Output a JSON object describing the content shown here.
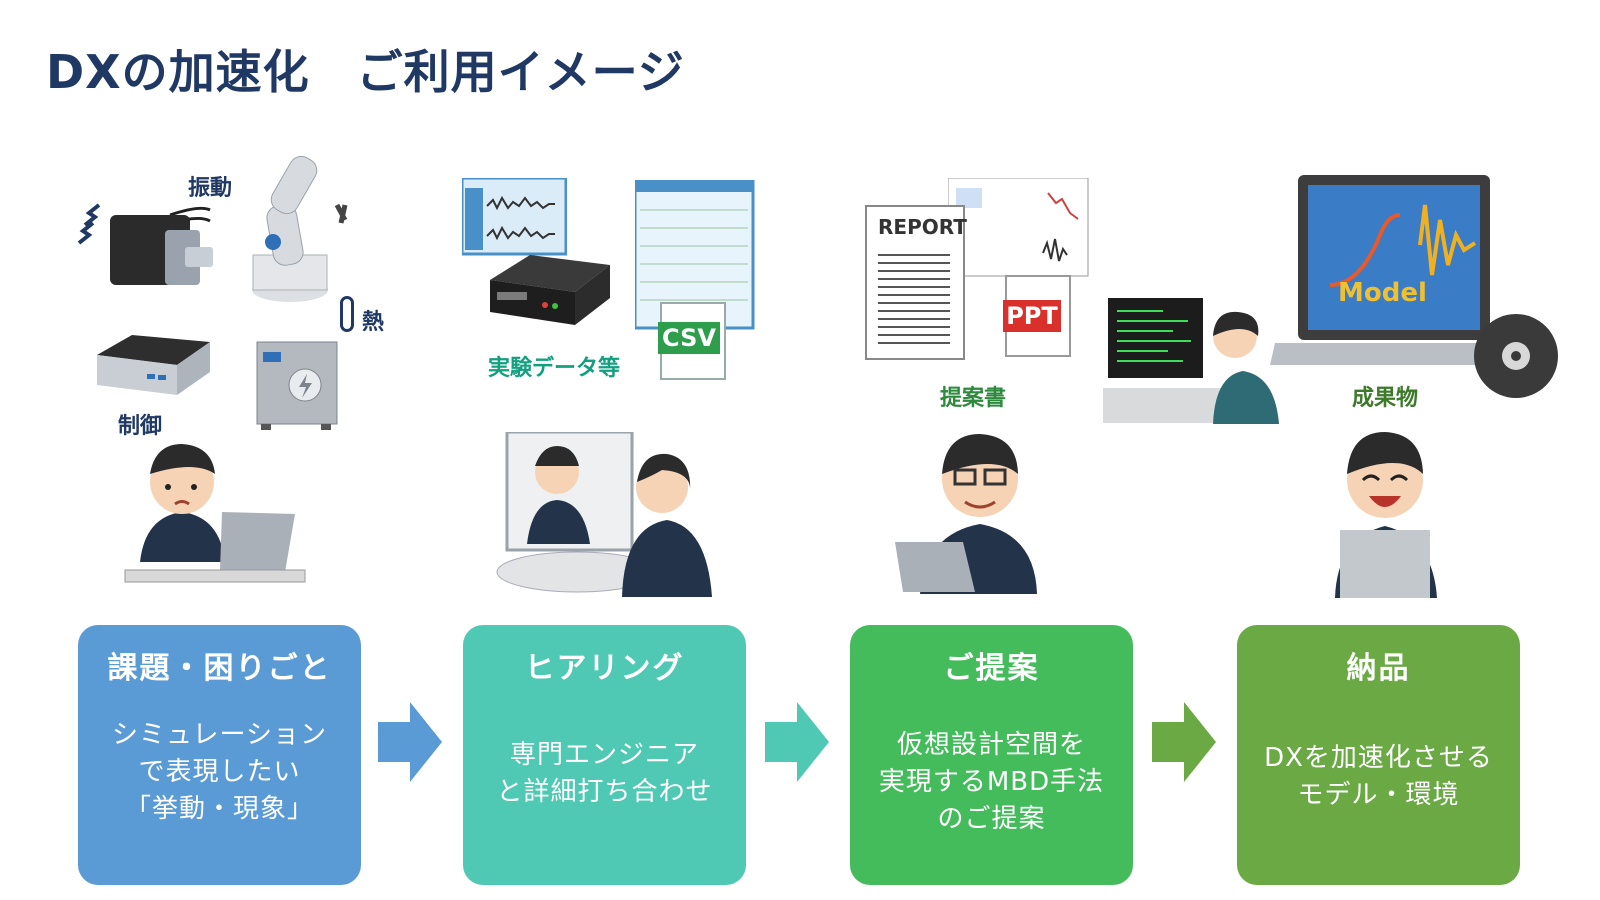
{
  "title": "DXの加速化　ご利用イメージ",
  "labels": {
    "vibration": "振動",
    "heat": "熱",
    "control": "制御",
    "experiment_data": "実験データ等",
    "proposal_doc": "提案書",
    "deliverable": "成果物"
  },
  "icons": {
    "csv": "CSV",
    "ppt": "PPT",
    "report": "REPORT",
    "model": "Model"
  },
  "steps": [
    {
      "title": "課題・困りごと",
      "body": "シミュレーション\nで表現したい\n「挙動・現象」",
      "color": "#5b9bd5"
    },
    {
      "title": "ヒアリング",
      "body": "専門エンジニア\nと詳細打ち合わせ",
      "color": "#4fc8b4"
    },
    {
      "title": "ご提案",
      "body": "仮想設計空間を\n実現するMBD手法\nのご提案",
      "color": "#44bc5c"
    },
    {
      "title": "納品",
      "body": "DXを加速化させる\nモデル・環境",
      "color": "#6aa943"
    }
  ],
  "arrow_colors": [
    "#5b9bd5",
    "#4fc8b4",
    "#6aa943"
  ]
}
